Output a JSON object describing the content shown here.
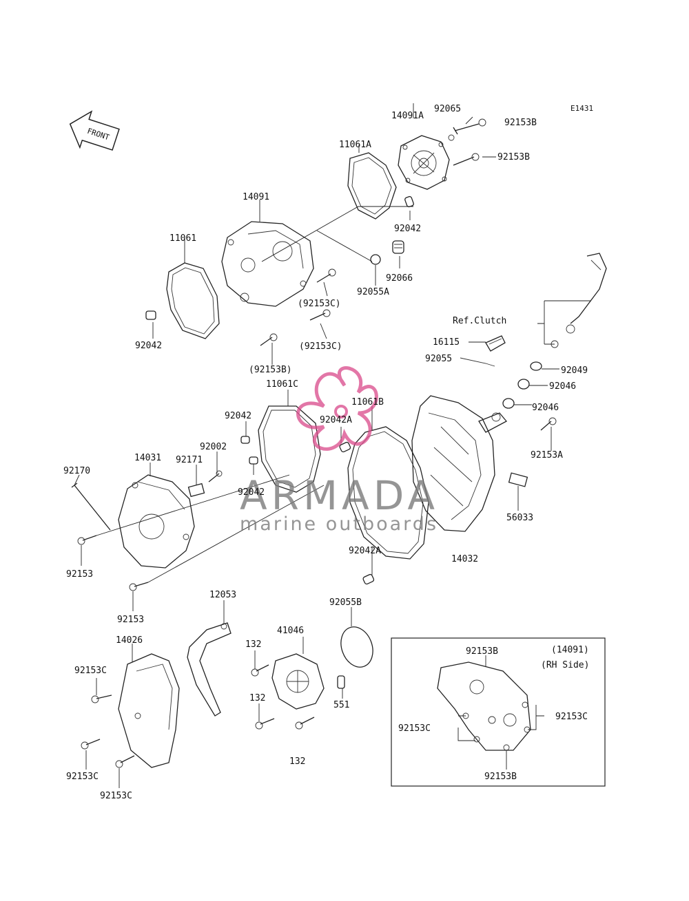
{
  "diagram_id": "E1431",
  "front_arrow": "FRONT",
  "watermark": {
    "brand": "ARMADA",
    "tagline": "marine outboards",
    "brand_color": "#7a7a7a",
    "logo_color": "#d9498a"
  },
  "labels": {
    "p14091A": "14091A",
    "p92065": "92065",
    "p92153B_top1": "92153B",
    "p92153B_top2": "92153B",
    "p11061A": "11061A",
    "p14091": "14091",
    "p92042_a": "92042",
    "p11061": "11061",
    "p92066": "92066",
    "p92055A": "92055A",
    "p92153C_p1": "(92153C)",
    "p92153C_p2": "(92153C)",
    "p92153B_p": "(92153B)",
    "p92042_b": "92042",
    "ref_clutch": "Ref.Clutch",
    "p16115": "16115",
    "p92055": "92055",
    "p92049": "92049",
    "p92046_a": "92046",
    "p92046_b": "92046",
    "p11061C": "11061C",
    "p11061B": "11061B",
    "p92042_c": "92042",
    "p92042A_a": "92042A",
    "p92153A": "92153A",
    "p92002": "92002",
    "p14031": "14031",
    "p92171": "92171",
    "p92170": "92170",
    "p92042_d": "92042",
    "p56033": "56033",
    "p92153_a": "92153",
    "p92042A_b": "92042A",
    "p14032": "14032",
    "p92153_b": "92153",
    "p12053": "12053",
    "p92055B": "92055B",
    "p14026": "14026",
    "p41046": "41046",
    "p132_a": "132",
    "p92153C_a": "92153C",
    "p132_b": "132",
    "p551": "551",
    "p132_c": "132",
    "p92153C_b": "92153C",
    "p92153C_c": "92153C"
  },
  "inset": {
    "title": "(14091)",
    "subtitle": "(RH Side)",
    "top_label": "92153B",
    "left_label": "92153C",
    "right_label": "92153C",
    "bottom_label": "92153B"
  }
}
